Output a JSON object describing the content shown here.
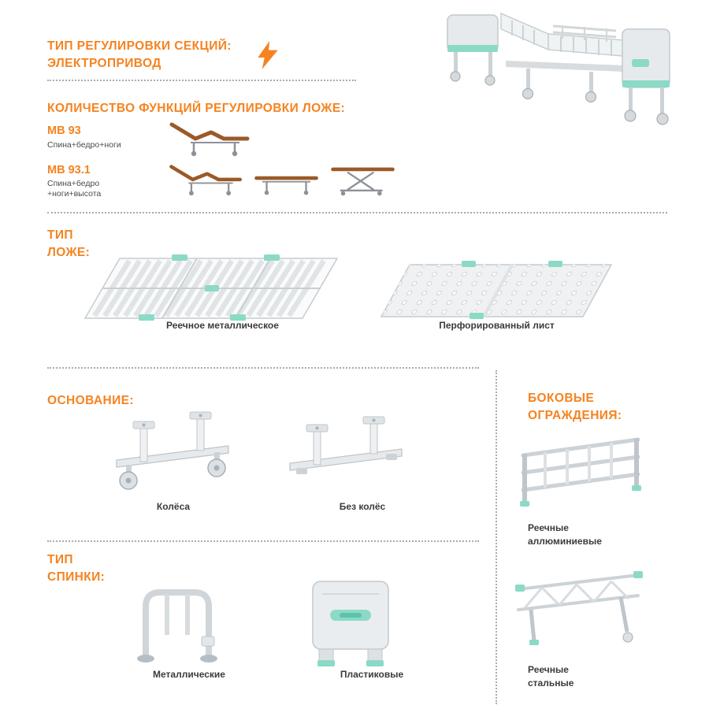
{
  "colors": {
    "accent_orange": "#f5831f",
    "accent_teal": "#8bdac6",
    "illustration_gray": "#e7eaec",
    "text_dark": "#3b3b3b"
  },
  "drive": {
    "title_line1": "ТИП РЕГУЛИРОВКИ СЕКЦИЙ:",
    "title_line2": "ЭЛЕКТРОПРИВОД",
    "icon": "lightning-icon"
  },
  "hero": {
    "image": "hospital-bed-render"
  },
  "functions": {
    "title": "КОЛИЧЕСТВО ФУНКЦИЙ РЕГУЛИРОВКИ ЛОЖЕ:",
    "models": [
      {
        "prefix": "МВ",
        "number": "93",
        "desc_line1": "Спина+бедро+ноги",
        "icons": [
          "bed-profile-articulated-icon"
        ]
      },
      {
        "prefix": "МВ",
        "number": "93.1",
        "desc_line1": "Спина+бедро",
        "desc_line2": "+ноги+высота",
        "icons": [
          "bed-profile-articulated-icon",
          "bed-profile-flat-icon",
          "bed-profile-height-icon"
        ]
      }
    ]
  },
  "platform": {
    "title_line1": "ТИП",
    "title_line2": "ЛОЖЕ:",
    "options": [
      {
        "label": "Реечное металлическое",
        "icon": "slatted-metal-platform"
      },
      {
        "label": "Перфорированный лист",
        "icon": "perforated-sheet-platform"
      }
    ]
  },
  "base": {
    "title": "ОСНОВАНИЕ:",
    "options": [
      {
        "label": "Колёса",
        "icon": "base-with-wheels"
      },
      {
        "label": "Без колёс",
        "icon": "base-without-wheels"
      }
    ]
  },
  "rails": {
    "title_line1": "БОКОВЫЕ",
    "title_line2": "ОГРАЖДЕНИЯ:",
    "options": [
      {
        "label_line1": "Реечные",
        "label_line2": "аллюминиевые",
        "icon": "aluminum-side-rail"
      },
      {
        "label_line1": "Реечные",
        "label_line2": "стальные",
        "icon": "steel-side-rail"
      }
    ]
  },
  "backrest": {
    "title_line1": "ТИП",
    "title_line2": "СПИНКИ:",
    "options": [
      {
        "label": "Металлические",
        "icon": "metal-backrest"
      },
      {
        "label": "Пластиковые",
        "icon": "plastic-backrest"
      }
    ]
  }
}
